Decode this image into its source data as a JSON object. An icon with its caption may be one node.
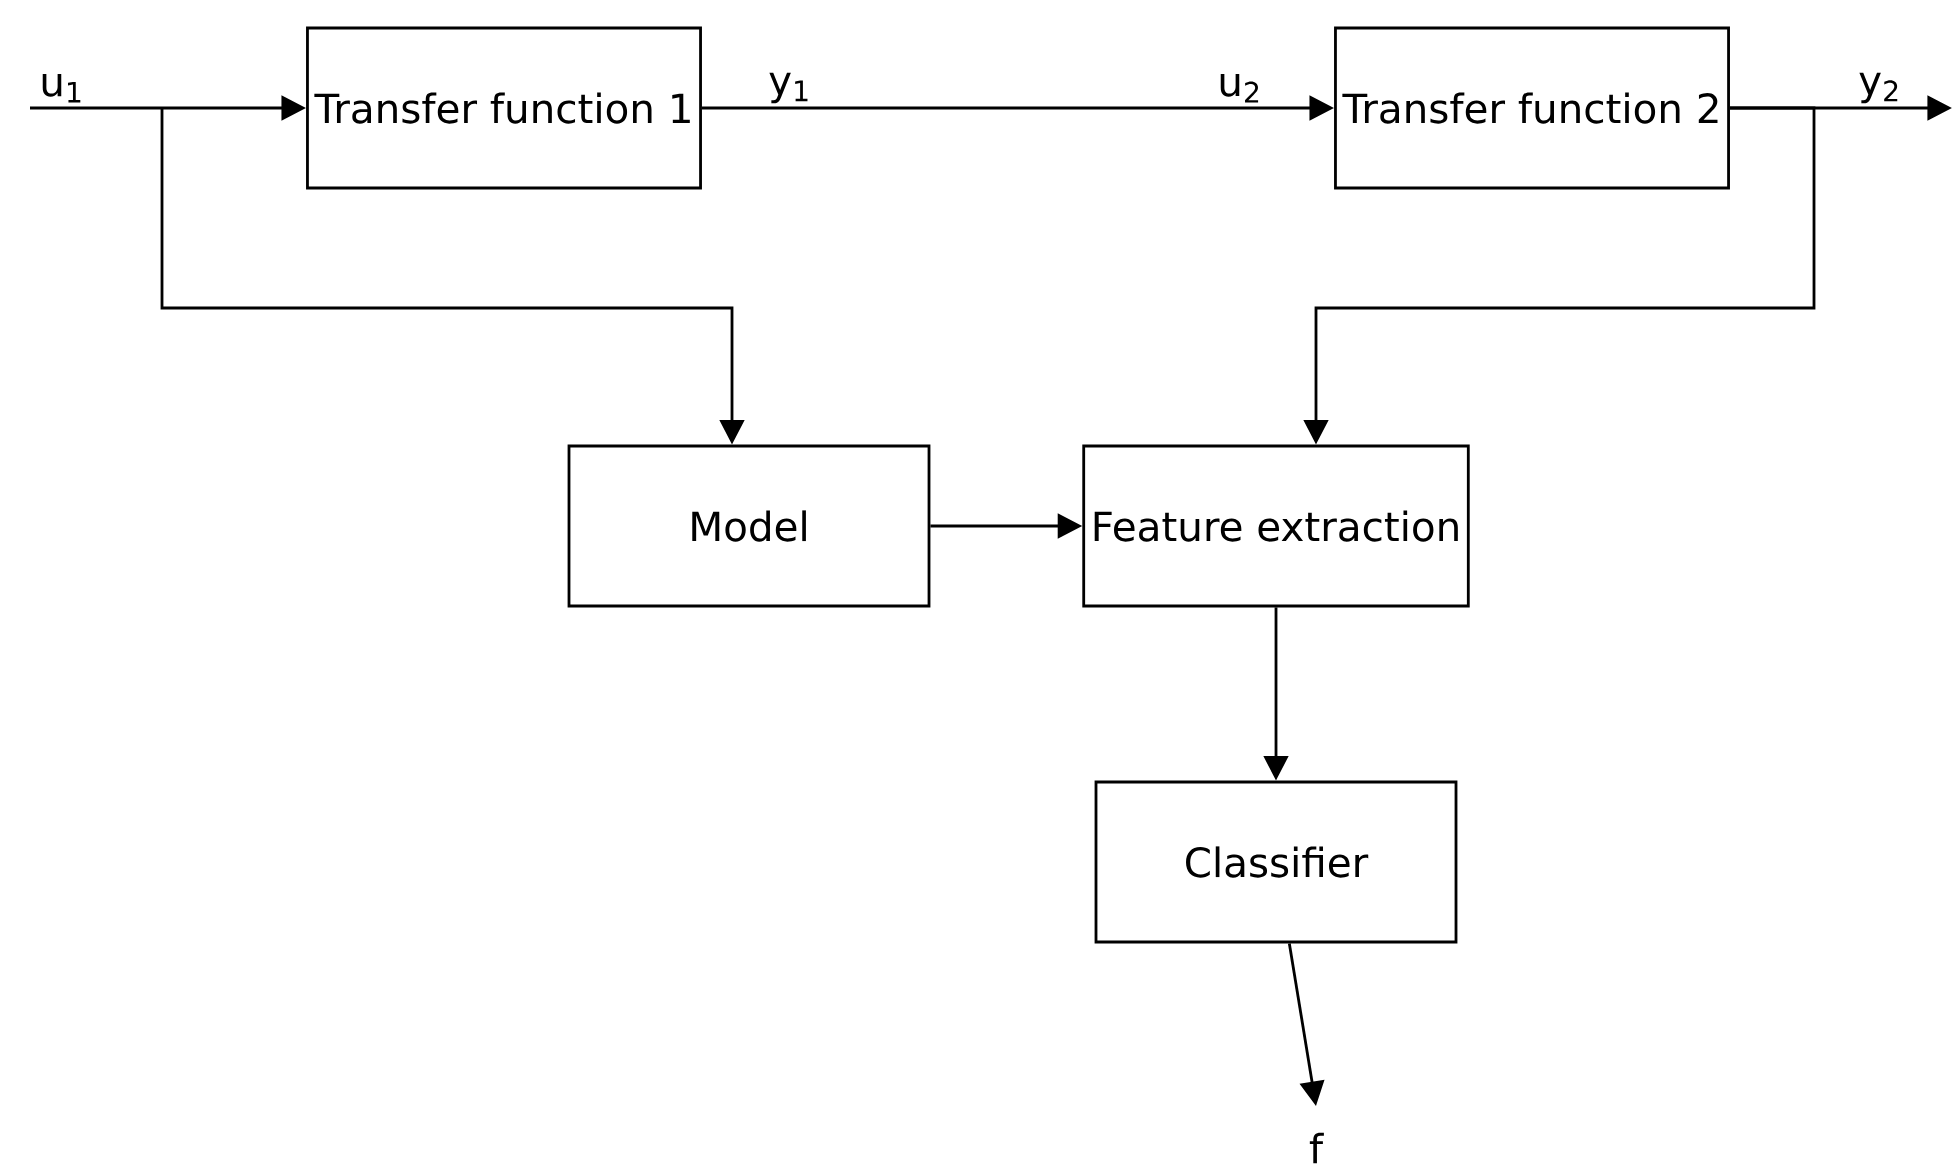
{
  "diagram": {
    "nodes": [
      {
        "text": [
          "Transfer function 1"
        ]
      },
      {
        "text": [
          "Transfer function 2"
        ]
      },
      {
        "text": [
          "Model"
        ]
      },
      {
        "text": [
          "Feature extraction"
        ]
      },
      {
        "text": [
          "Classifier"
        ]
      }
    ],
    "edges": [
      {
        "from": null,
        "to": 0,
        "arrow": "to",
        "label": "u$_{1}$"
      },
      {
        "from": null,
        "to": 2,
        "arrow": "to"
      },
      {
        "from": 0,
        "to": 1,
        "arrow": "to",
        "label": "y$_{1}$"
      },
      {
        "from": 1,
        "to": null,
        "arrow": "to",
        "label": "y$_{2}$"
      },
      {
        "from": 1,
        "to": 3,
        "arrow": "to"
      },
      {
        "from": 2,
        "to": 3,
        "arrow": "to"
      },
      {
        "from": 3,
        "to": 4,
        "arrow": "to"
      },
      {
        "from": 4,
        "to": null,
        "arrow": "to",
        "label": "f"
      }
    ],
    "labels": [
      "u$_{2}$"
    ]
  }
}
